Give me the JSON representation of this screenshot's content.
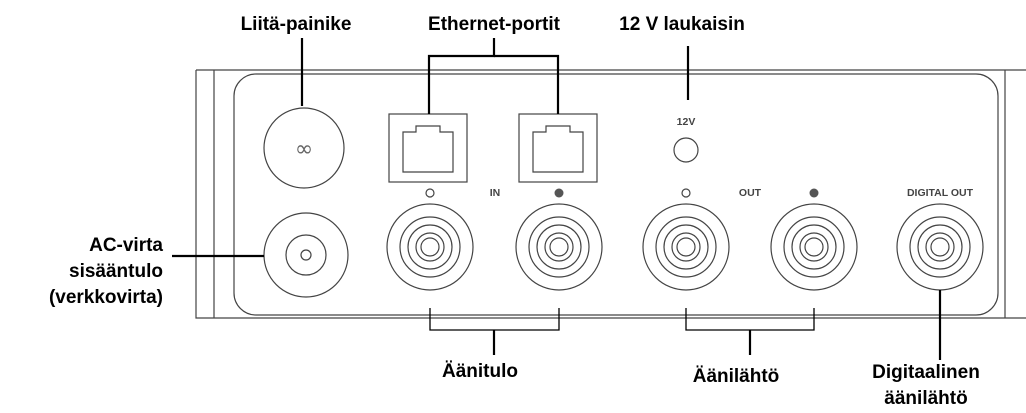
{
  "callouts": {
    "connect_button": "Liitä-painike",
    "ethernet_ports": "Ethernet-portit",
    "trigger_12v": "12 V laukaisin",
    "ac_power_line1": "AC-virta",
    "ac_power_line2": "sisääntulo",
    "ac_power_line3": "(verkkovirta)",
    "audio_in": "Äänitulo",
    "audio_out": "Äänilähtö",
    "digital_out_line1": "Digitaalinen",
    "digital_out_line2": "äänilähtö"
  },
  "panel": {
    "label_12v": "12V",
    "label_in": "IN",
    "label_out": "OUT",
    "label_digital_out": "DIGITAL OUT"
  },
  "icons": {
    "connect_button": "infinity-icon",
    "ethernet": "rj45-port-icon",
    "jack": "rca-jack-icon"
  }
}
